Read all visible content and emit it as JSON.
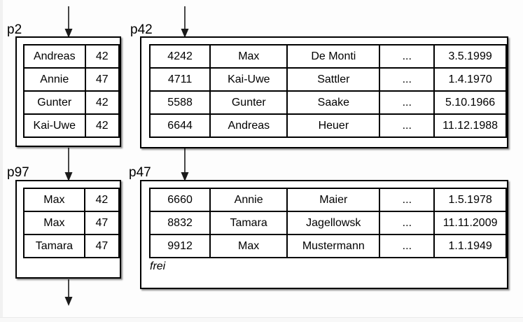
{
  "pages": {
    "p2": {
      "label": "p2",
      "rows": [
        [
          "Andreas",
          "42"
        ],
        [
          "Annie",
          "47"
        ],
        [
          "Gunter",
          "42"
        ],
        [
          "Kai-Uwe",
          "42"
        ]
      ]
    },
    "p42": {
      "label": "p42",
      "rows": [
        [
          "4242",
          "Max",
          "De Monti",
          "...",
          "3.5.1999"
        ],
        [
          "4711",
          "Kai-Uwe",
          "Sattler",
          "...",
          "1.4.1970"
        ],
        [
          "5588",
          "Gunter",
          "Saake",
          "...",
          "5.10.1966"
        ],
        [
          "6644",
          "Andreas",
          "Heuer",
          "...",
          "11.12.1988"
        ]
      ]
    },
    "p97": {
      "label": "p97",
      "rows": [
        [
          "Max",
          "42"
        ],
        [
          "Max",
          "47"
        ],
        [
          "Tamara",
          "47"
        ]
      ]
    },
    "p47": {
      "label": "p47",
      "rows": [
        [
          "6660",
          "Annie",
          "Maier",
          "...",
          "1.5.1978"
        ],
        [
          "8832",
          "Tamara",
          "Jagellowsk",
          "...",
          "11.11.2009"
        ],
        [
          "9912",
          "Max",
          "Mustermann",
          "...",
          "1.1.1949"
        ]
      ],
      "free_label": "frei"
    }
  },
  "colors": {
    "border": "#000000",
    "background": "#fdfdfd",
    "text": "#000000",
    "arrow": "#1a1a1a"
  }
}
